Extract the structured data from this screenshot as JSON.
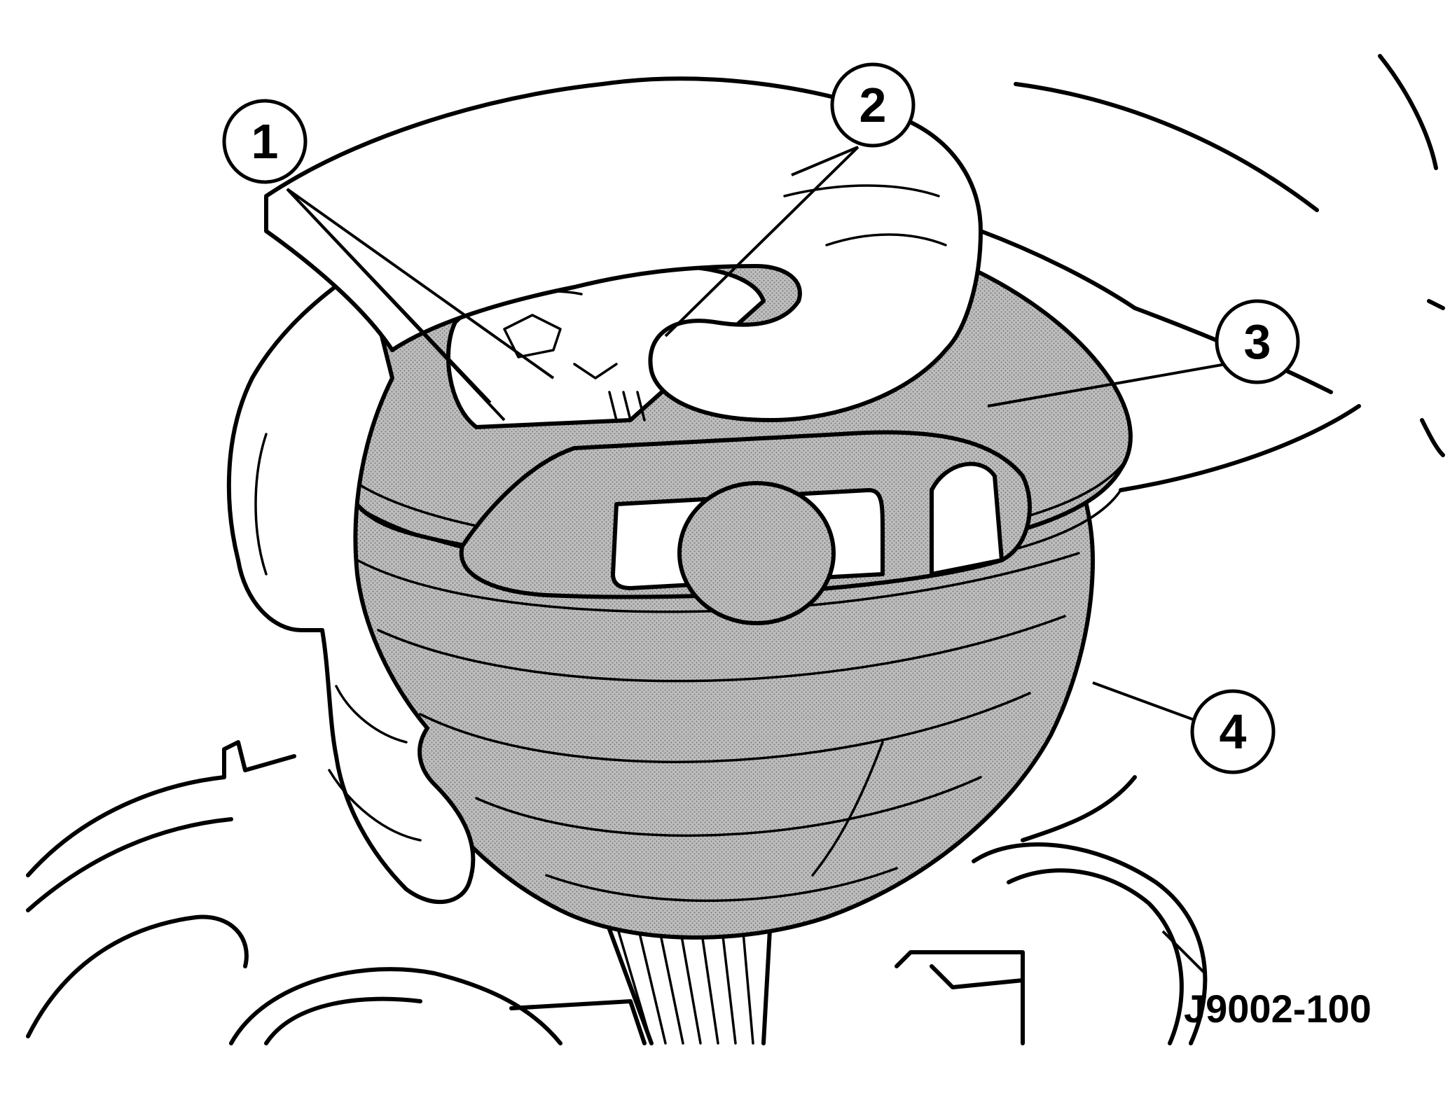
{
  "figure": {
    "code": "J9002-100"
  },
  "callouts": [
    {
      "label": "1"
    },
    {
      "label": "2"
    },
    {
      "label": "3"
    },
    {
      "label": "4"
    }
  ]
}
